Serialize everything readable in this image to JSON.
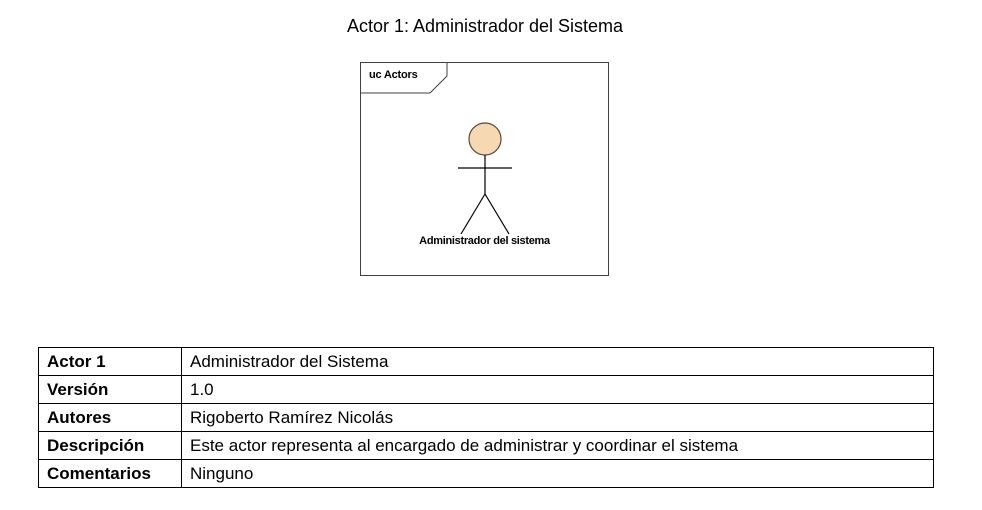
{
  "page_title": "Actor 1: Administrador del Sistema",
  "diagram": {
    "frame_label": "uc Actors",
    "actor_name": "Administrador del sistema",
    "actor_head_color": "#F6D9B2",
    "actor_head_stroke": "#5A4A3A"
  },
  "table": {
    "rows": [
      {
        "label": "Actor 1",
        "value": "Administrador del Sistema"
      },
      {
        "label": "Versión",
        "value": "1.0"
      },
      {
        "label": "Autores",
        "value": "Rigoberto Ramírez Nicolás"
      },
      {
        "label": "Descripción",
        "value": "Este actor representa al encargado de administrar y coordinar el sistema"
      },
      {
        "label": "Comentarios",
        "value": "Ninguno"
      }
    ]
  }
}
